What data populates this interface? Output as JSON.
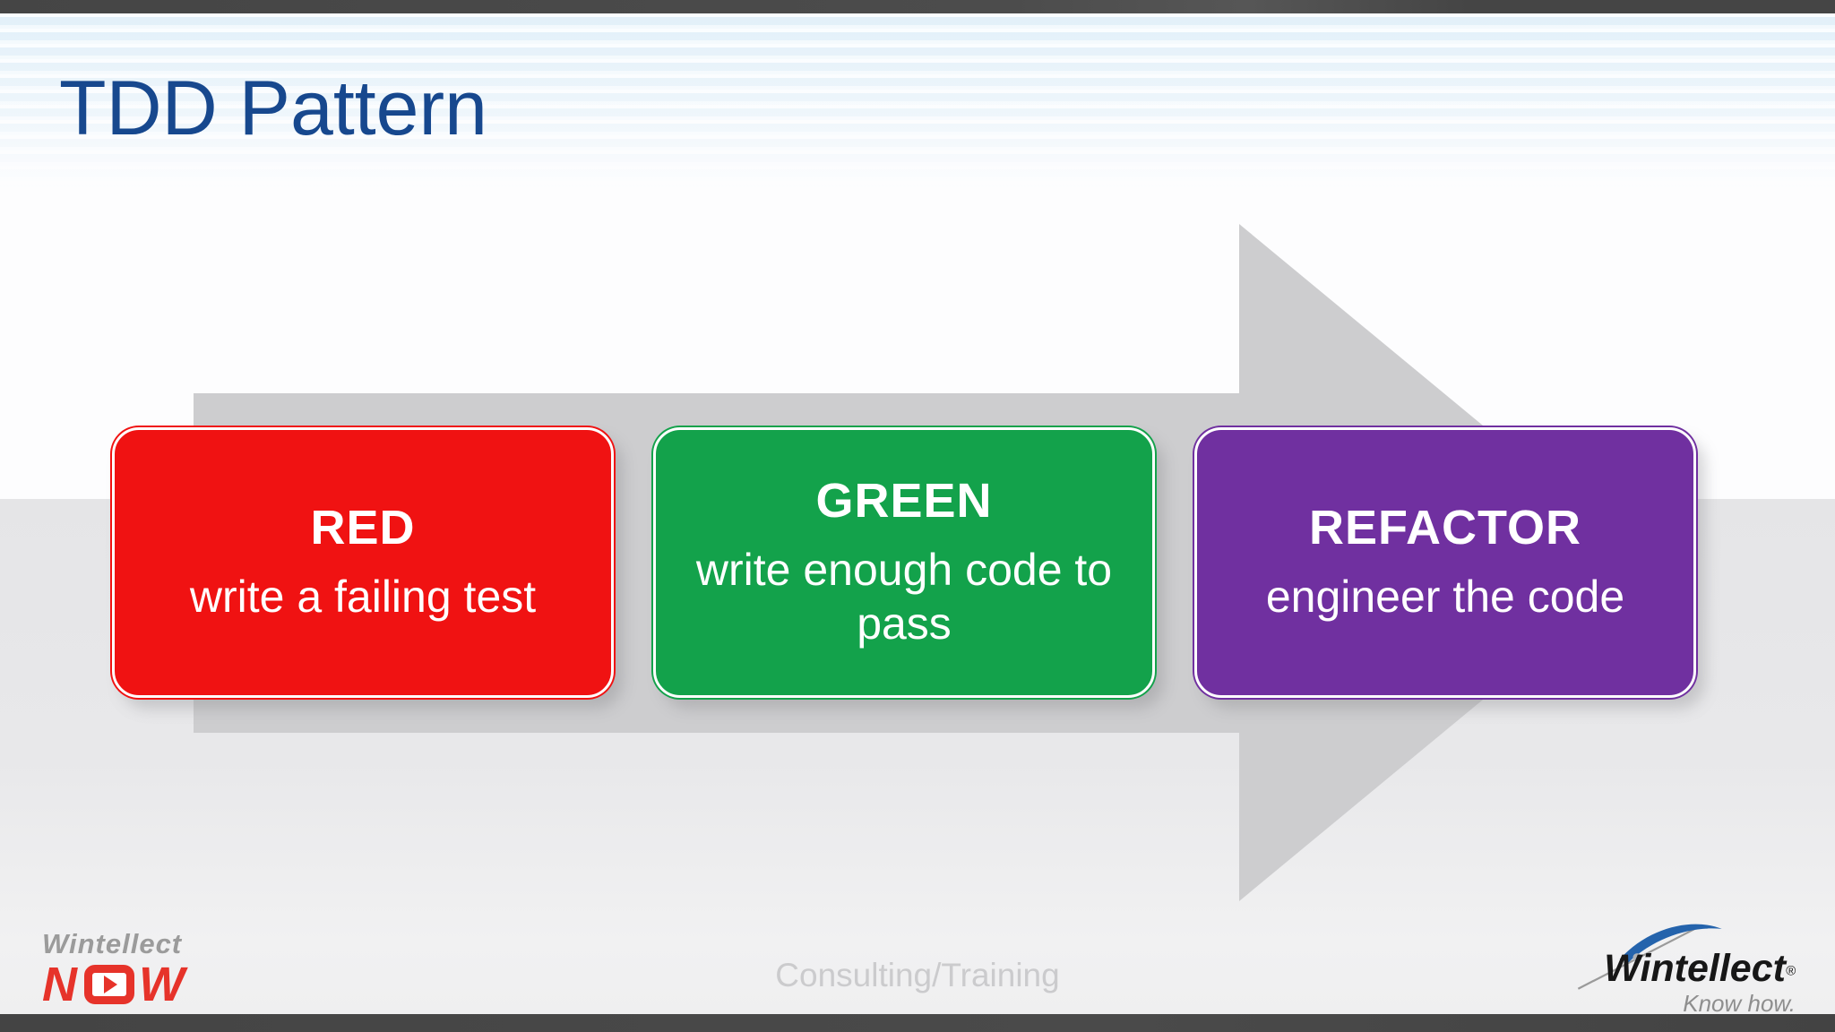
{
  "slide": {
    "title": "TDD Pattern",
    "colors": {
      "title_blue": "#17488E",
      "arrow_gray": "#CDCDCF",
      "top_bar": "#4A4A4A",
      "bottom_bar": "#484848",
      "stripe_blue": "#E2F0F9",
      "band_gray": "#E8E8EA"
    },
    "steps": [
      {
        "label": "RED",
        "description": "write a failing test",
        "color": "#F01212"
      },
      {
        "label": "GREEN",
        "description": "write enough code to pass",
        "color": "#13A24B"
      },
      {
        "label": "REFACTOR",
        "description": "engineer the code",
        "color": "#7030A0"
      }
    ]
  },
  "footer": {
    "center_label": "Consulting/Training",
    "now_logo": {
      "brand": "Wintellect",
      "product_left": "N",
      "product_right": "W",
      "accent_red": "#E6332A",
      "brand_gray": "#9B9B9B"
    },
    "corp_logo": {
      "brand": "Wintellect",
      "registered": "®",
      "tagline": "Know how.",
      "swoosh_blue": "#2463AC"
    }
  }
}
